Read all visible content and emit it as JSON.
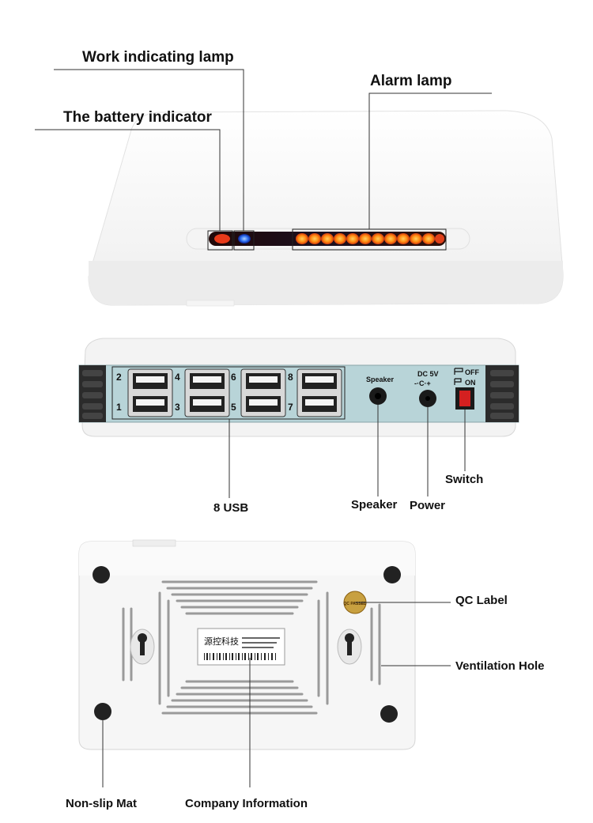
{
  "labels": {
    "work_indicating_lamp": "Work indicating lamp",
    "alarm_lamp": "Alarm lamp",
    "battery_indicator": "The battery indicator",
    "usb": "8 USB",
    "speaker": "Speaker",
    "power": "Power",
    "switch": "Switch",
    "qc_label": "QC Label",
    "ventilation_hole": "Ventilation Hole",
    "non_slip_mat": "Non-slip Mat",
    "company_information": "Company Information"
  },
  "device_text": {
    "port_numbers": [
      "2",
      "4",
      "6",
      "8",
      "1",
      "3",
      "5",
      "7"
    ],
    "speaker_port": "Speaker",
    "dc_rating": "DC 5V",
    "polarity": "-·C·+",
    "switch_off": "OFF",
    "switch_on": "ON",
    "company_name": "源控科技",
    "qc_stamp": "QC PASSED"
  },
  "colors": {
    "battery_led": "#e83a1a",
    "work_led": "#2a6cf0",
    "alarm_led": "#ff8a10",
    "switch": "#d42020",
    "panel": "#b8d4d8"
  }
}
